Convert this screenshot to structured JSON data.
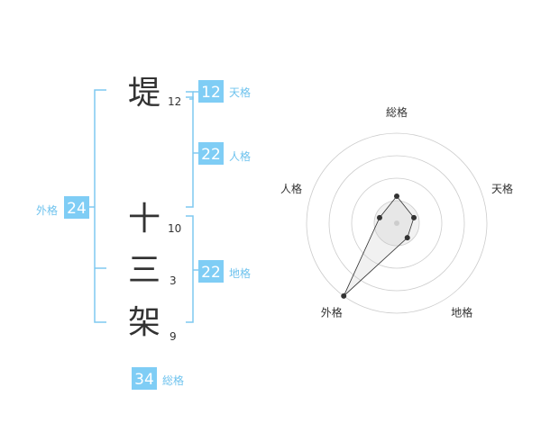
{
  "name": {
    "characters": [
      {
        "char": "堤",
        "strokes": "12"
      },
      {
        "char": "十",
        "strokes": "10"
      },
      {
        "char": "三",
        "strokes": "3"
      },
      {
        "char": "架",
        "strokes": "9"
      }
    ]
  },
  "fortunes": {
    "tenkaku": {
      "value": "12",
      "label": "天格"
    },
    "jinkaku": {
      "value": "22",
      "label": "人格"
    },
    "chikaku": {
      "value": "22",
      "label": "地格"
    },
    "gaikaku": {
      "value": "24",
      "label": "外格"
    },
    "soukaku": {
      "value": "34",
      "label": "総格"
    }
  },
  "colors": {
    "badge": "#7fcdf5",
    "bracket": "#7fc8f0",
    "label": "#6fc3ee",
    "text": "#333333",
    "grid": "#cccccc"
  },
  "chart_data": {
    "type": "radar",
    "axes": [
      "総格",
      "天格",
      "地格",
      "外格",
      "人格"
    ],
    "values": [
      0.3,
      0.2,
      0.2,
      1.0,
      0.2
    ],
    "rings": 4,
    "range": [
      0,
      1
    ]
  }
}
